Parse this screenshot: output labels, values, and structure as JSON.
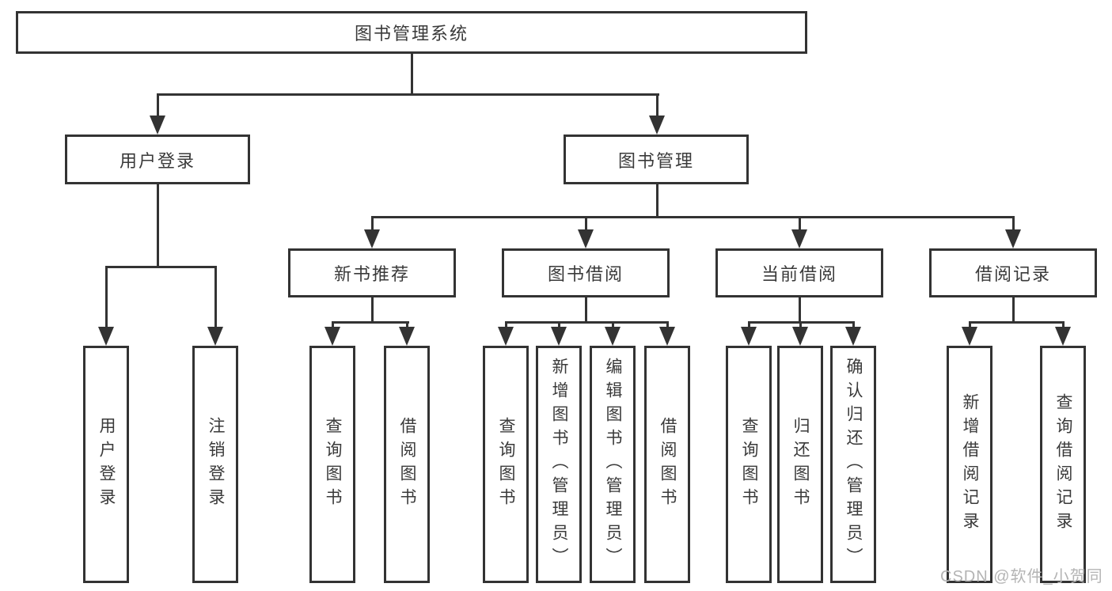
{
  "diagram": {
    "tree": {
      "label": "图书管理系统",
      "children": [
        {
          "label": "用户登录",
          "children": [
            {
              "label": "用户登录"
            },
            {
              "label": "注销登录"
            }
          ]
        },
        {
          "label": "图书管理",
          "children": [
            {
              "label": "新书推荐",
              "children": [
                {
                  "label": "查询图书"
                },
                {
                  "label": "借阅图书"
                }
              ]
            },
            {
              "label": "图书借阅",
              "children": [
                {
                  "label": "查询图书"
                },
                {
                  "label": "新增图书（管理员）"
                },
                {
                  "label": "编辑图书（管理员）"
                },
                {
                  "label": "借阅图书"
                }
              ]
            },
            {
              "label": "当前借阅",
              "children": [
                {
                  "label": "查询图书"
                },
                {
                  "label": "归还图书"
                },
                {
                  "label": "确认归还（管理员）"
                }
              ]
            },
            {
              "label": "借阅记录",
              "children": [
                {
                  "label": "新增借阅记录"
                },
                {
                  "label": "查询借阅记录"
                }
              ]
            }
          ]
        }
      ]
    },
    "watermark": "CSDN @软件_小贺同学",
    "colors": {
      "line": "#333333",
      "text": "#3a3a3a",
      "watermark": "#b4b4b4",
      "background": "#ffffff"
    }
  }
}
